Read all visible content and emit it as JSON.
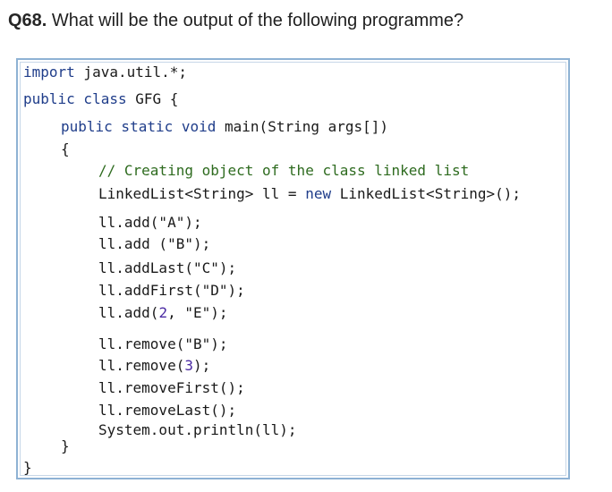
{
  "question": {
    "number": "Q68.",
    "text": " What will be the output of the following programme?"
  },
  "code": {
    "l1a": "import",
    "l1b": " java.util.*;",
    "l2a": "public class",
    "l2b": " GFG {",
    "l3a": "public static void",
    "l3b": " main(String args[])",
    "l4": "{",
    "l5": "// Creating object of the class linked list",
    "l6a": "LinkedList<String> ll = ",
    "l6b": "new",
    "l6c": " LinkedList<String>();",
    "l7": "ll.add(\"A\");",
    "l8": "ll.add (\"B\");",
    "l9": "ll.addLast(\"C\");",
    "l10": "ll.addFirst(\"D\");",
    "l11a": "ll.add(",
    "l11b": "2",
    "l11c": ", \"E\");",
    "l12": "ll.remove(\"B\");",
    "l13a": "ll.remove(",
    "l13b": "3",
    "l13c": ");",
    "l14": "ll.removeFirst();",
    "l15": "ll.removeLast();",
    "l16": "System.out.println(ll);",
    "l17": "}",
    "l18": "}"
  }
}
